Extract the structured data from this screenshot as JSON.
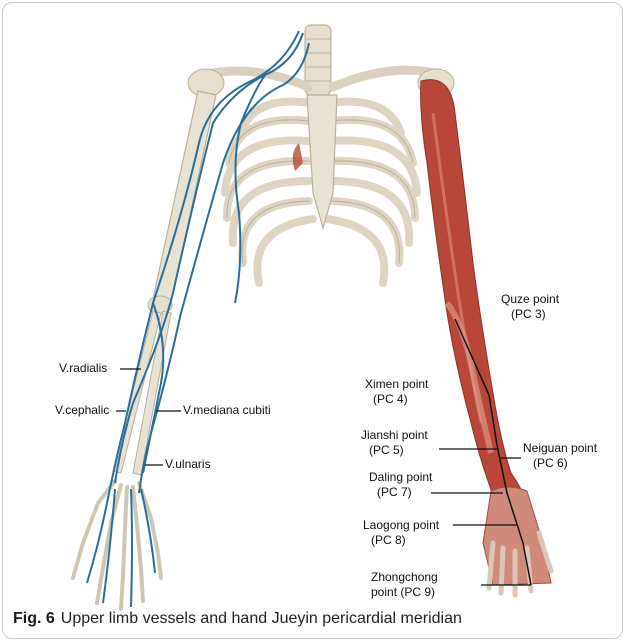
{
  "figure": {
    "number_label": "Fig. 6",
    "caption_text": "Upper limb vessels and hand Jueyin pericardial meridian"
  },
  "vessel_labels": [
    {
      "id": "radialis",
      "text": "V.radialis"
    },
    {
      "id": "cephalic",
      "text": "V.cephalic"
    },
    {
      "id": "mediana",
      "text": "V.mediana cubiti"
    },
    {
      "id": "ulnaris",
      "text": "V.ulnaris"
    }
  ],
  "acupoints": [
    {
      "name": "Quze point",
      "code": "(PC 3)"
    },
    {
      "name": "Ximen point",
      "code": "(PC 4)"
    },
    {
      "name": "Jianshi point",
      "code": "(PC 5)"
    },
    {
      "name": "Neiguan point",
      "code": "(PC 6)"
    },
    {
      "name": "Daling point",
      "code": "(PC 7)"
    },
    {
      "name": "Laogong point",
      "code": "(PC 8)"
    },
    {
      "name": "Zhongchong",
      "code": "point  (PC 9)"
    }
  ],
  "colors": {
    "bone": "#e8e2d2",
    "bone_shadow": "#b9b09a",
    "vein": "#2a6e99",
    "muscle": "#b8473a",
    "muscle_light": "#d67a68",
    "leader_line": "#111111"
  }
}
